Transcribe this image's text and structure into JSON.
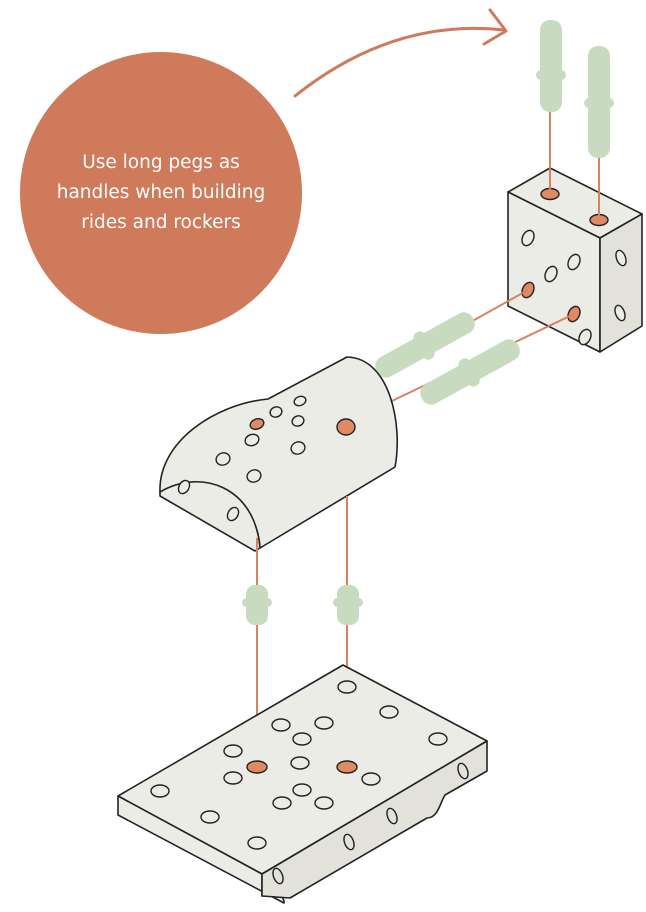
{
  "callout": {
    "text": "Use long pegs as handles when building rides and rockers"
  },
  "colors": {
    "callout_fill": "#d07a5c",
    "callout_text": "#ffffff",
    "arrow": "#d07a5c",
    "peg_hole": "#e08a63",
    "guide_line": "#d9825f",
    "peg": "#c9dbbf",
    "block_fill": "#ecece6",
    "block_side": "#e2e2da",
    "outline": "#222222"
  },
  "parts": {
    "pegs": [
      "long-peg",
      "long-peg",
      "long-peg",
      "long-peg",
      "short-peg",
      "short-peg"
    ],
    "blocks": [
      "cube-block",
      "arch-block",
      "base-plate"
    ]
  }
}
